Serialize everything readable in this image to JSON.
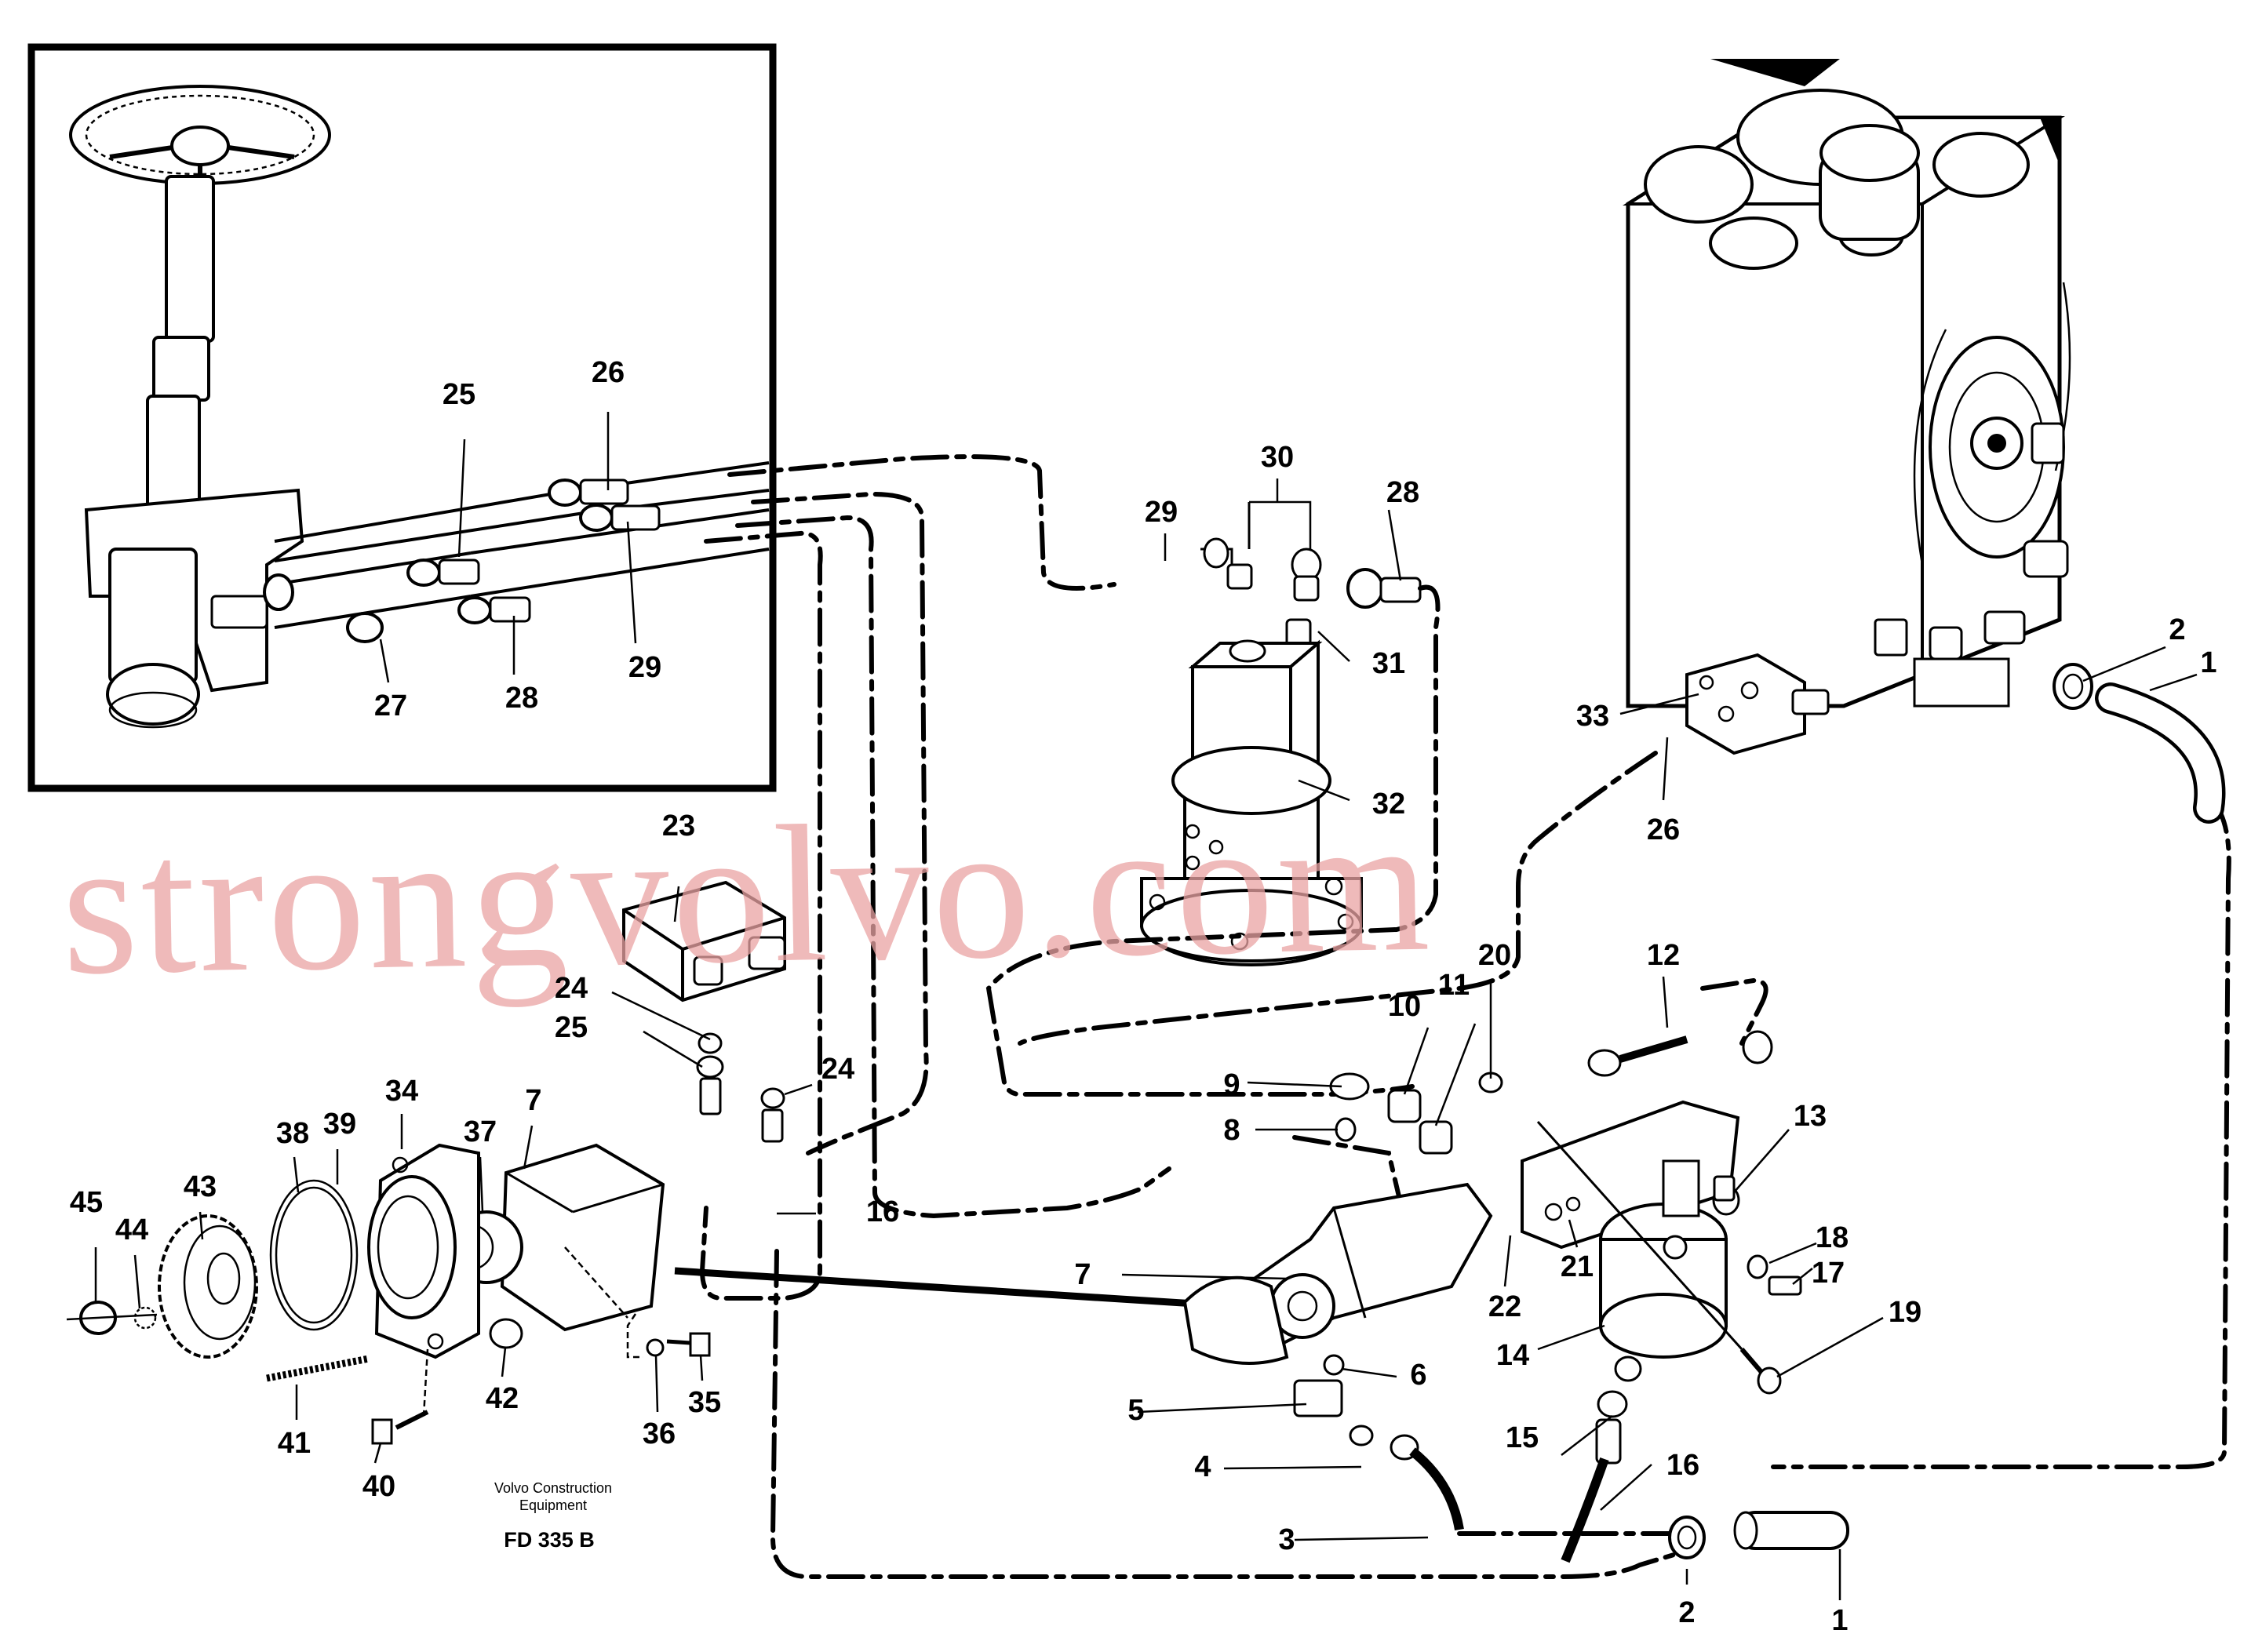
{
  "diagram": {
    "callouts": [
      {
        "id": "c1a",
        "text": "1"
      },
      {
        "id": "c2a",
        "text": "2"
      },
      {
        "id": "c33",
        "text": "33"
      },
      {
        "id": "c26a",
        "text": "26"
      },
      {
        "id": "c29a",
        "text": "29"
      },
      {
        "id": "c30",
        "text": "30"
      },
      {
        "id": "c28a",
        "text": "28"
      },
      {
        "id": "c31",
        "text": "31"
      },
      {
        "id": "c32",
        "text": "32"
      },
      {
        "id": "c25a",
        "text": "25"
      },
      {
        "id": "c26b",
        "text": "26"
      },
      {
        "id": "c27",
        "text": "27"
      },
      {
        "id": "c28b",
        "text": "28"
      },
      {
        "id": "c29b",
        "text": "29"
      },
      {
        "id": "c23",
        "text": "23"
      },
      {
        "id": "c24a",
        "text": "24"
      },
      {
        "id": "c25b",
        "text": "25"
      },
      {
        "id": "c24b",
        "text": "24"
      },
      {
        "id": "c16a",
        "text": "16"
      },
      {
        "id": "c12",
        "text": "12"
      },
      {
        "id": "c20",
        "text": "20"
      },
      {
        "id": "c11",
        "text": "11"
      },
      {
        "id": "c10",
        "text": "10"
      },
      {
        "id": "c9",
        "text": "9"
      },
      {
        "id": "c8",
        "text": "8"
      },
      {
        "id": "c13",
        "text": "13"
      },
      {
        "id": "c18",
        "text": "18"
      },
      {
        "id": "c17",
        "text": "17"
      },
      {
        "id": "c19",
        "text": "19"
      },
      {
        "id": "c7a",
        "text": "7"
      },
      {
        "id": "c22",
        "text": "22"
      },
      {
        "id": "c21",
        "text": "21"
      },
      {
        "id": "c14",
        "text": "14"
      },
      {
        "id": "c6",
        "text": "6"
      },
      {
        "id": "c5",
        "text": "5"
      },
      {
        "id": "c4",
        "text": "4"
      },
      {
        "id": "c15",
        "text": "15"
      },
      {
        "id": "c16b",
        "text": "16"
      },
      {
        "id": "c3",
        "text": "3"
      },
      {
        "id": "c2b",
        "text": "2"
      },
      {
        "id": "c1b",
        "text": "1"
      },
      {
        "id": "c45",
        "text": "45"
      },
      {
        "id": "c44",
        "text": "44"
      },
      {
        "id": "c43",
        "text": "43"
      },
      {
        "id": "c38",
        "text": "38"
      },
      {
        "id": "c39",
        "text": "39"
      },
      {
        "id": "c34",
        "text": "34"
      },
      {
        "id": "c37",
        "text": "37"
      },
      {
        "id": "c7b",
        "text": "7"
      },
      {
        "id": "c41",
        "text": "41"
      },
      {
        "id": "c42",
        "text": "42"
      },
      {
        "id": "c40",
        "text": "40"
      },
      {
        "id": "c36",
        "text": "36"
      },
      {
        "id": "c35",
        "text": "35"
      }
    ],
    "footer": {
      "brand_line1": "Volvo Construction",
      "brand_line2": "Equipment",
      "drawing_code": "FD 335 B"
    },
    "watermark": "strongvolvo.com",
    "colors": {
      "line": "#000000",
      "background": "#ffffff",
      "watermark": "#e9a3a3"
    }
  }
}
